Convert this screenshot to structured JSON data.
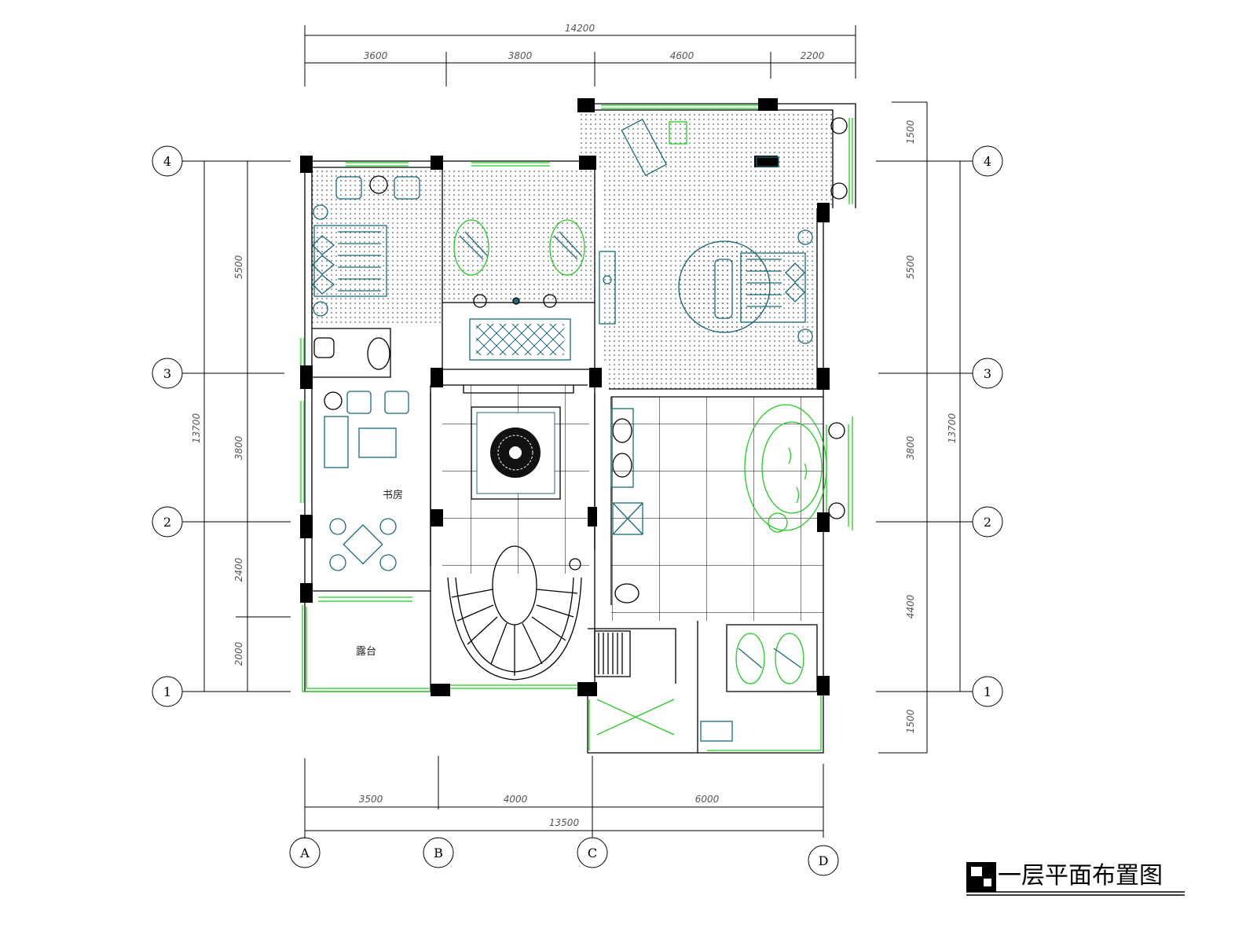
{
  "title": "一层平面布置图",
  "axes": {
    "rows": [
      "4",
      "3",
      "2",
      "1"
    ],
    "cols": [
      "A",
      "B",
      "C",
      "D"
    ]
  },
  "dimensions": {
    "top_total": "14200",
    "top": [
      "3600",
      "3800",
      "4600",
      "2200"
    ],
    "bottom": [
      "3500",
      "4000",
      "6000"
    ],
    "bottom_total": "13500",
    "left_total": "13700",
    "left": [
      "5500",
      "3800",
      "2400",
      "2000"
    ],
    "right_total": "13700",
    "right": [
      "1500",
      "5500",
      "3800",
      "4400",
      "1500"
    ]
  },
  "rooms": {
    "study": "书房",
    "terrace": "露台"
  },
  "colors": {
    "wall": "#000000",
    "window": "#22cc22",
    "furniture": "#1a6a7a"
  }
}
